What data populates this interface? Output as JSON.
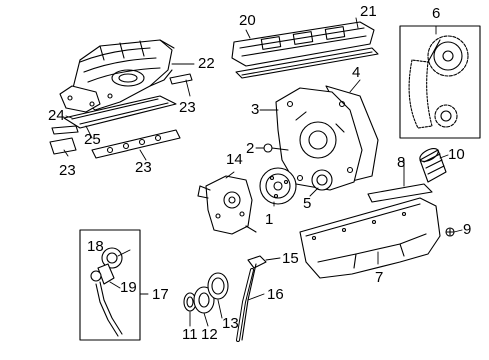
{
  "diagram": {
    "callouts": {
      "n1": "1",
      "n2": "2",
      "n3": "3",
      "n4": "4",
      "n5": "5",
      "n6": "6",
      "n7": "7",
      "n8": "8",
      "n9": "9",
      "n10": "10",
      "n11": "11",
      "n12": "12",
      "n13": "13",
      "n14": "14",
      "n15": "15",
      "n16": "16",
      "n17": "17",
      "n18": "18",
      "n19": "19",
      "n20": "20",
      "n21": "21",
      "n22": "22",
      "n23a": "23",
      "n23b": "23",
      "n23c": "23",
      "n24": "24",
      "n25": "25"
    },
    "colors": {
      "line": "#000000",
      "fill": "#ffffff",
      "shade": "#d9d9d9"
    }
  }
}
